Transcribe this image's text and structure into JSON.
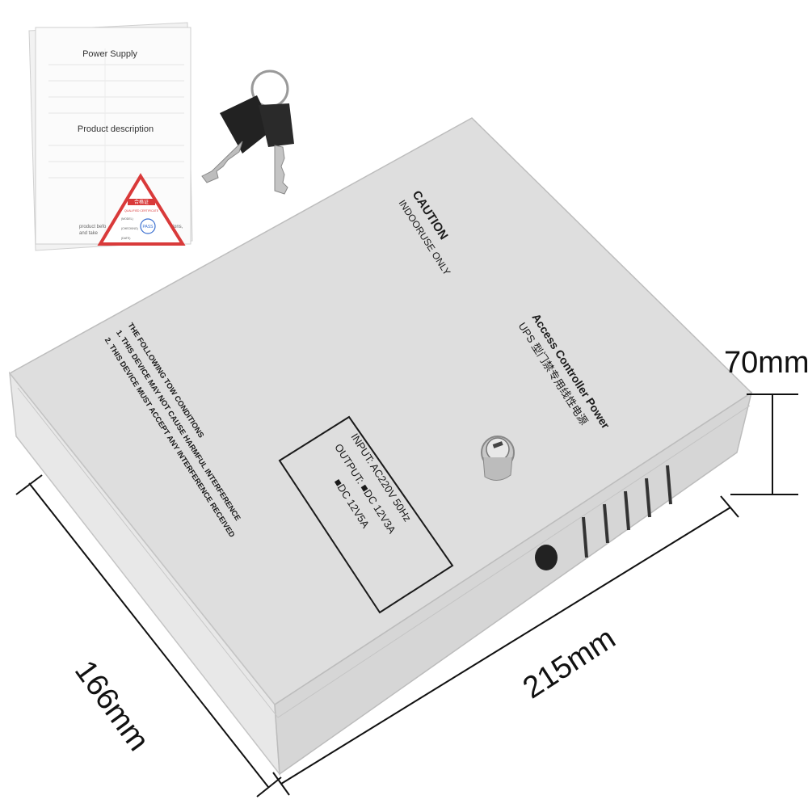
{
  "manual": {
    "title": "Power Supply",
    "subtitle": "Product description",
    "footer_line1": "product befo",
    "footer_line2": "and take",
    "footer_right": "tions,"
  },
  "certificate": {
    "title": "合格证",
    "subtitle": "QUALIFIED CERTIFICATE",
    "stamp": "PASS",
    "rows": [
      "(MODEL)",
      "(CHECKING)",
      "(DATE)"
    ]
  },
  "box_label": {
    "caution": "CAUTION",
    "indoor": "INDOORUSE ONLY",
    "brand_line1": "Access Controller Power",
    "brand_line2": "UPS 型门禁专用线性电源",
    "conditions_title": "THE FOLLOWING TOW CONDITIONS",
    "condition_1": "1. THIS DEVICE MAY NOT CAUSE HARMFUL INTERFERENCE",
    "condition_2": "2. THIS DEVICE MUST ACCEPT ANY INTERFERENCE RECEIVED",
    "spec_input": "INPUT: AC220V 50Hz",
    "spec_output": "OUTPUT: ■DC 12V3A",
    "spec_output2": "■DC 12V5A"
  },
  "dimensions": {
    "height": "70mm",
    "depth": "166mm",
    "width": "215mm"
  },
  "colors": {
    "box_top": "#dcdcdc",
    "box_side": "#e4e4e4",
    "box_front": "#d2d2d2",
    "text": "#1a1a1a"
  }
}
